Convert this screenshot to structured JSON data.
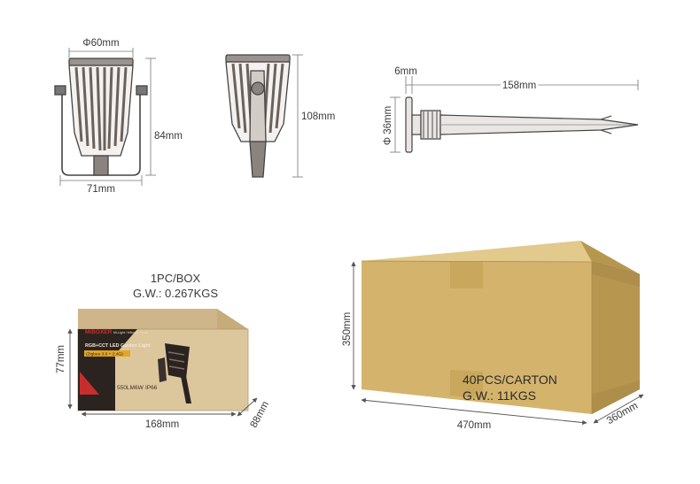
{
  "dimensions": {
    "top_diameter": "Φ60mm",
    "front_width": "71mm",
    "front_height": "84mm",
    "side_height": "108mm",
    "spike_flange": "6mm",
    "spike_length": "158mm",
    "spike_diameter": "Φ 36mm"
  },
  "small_box": {
    "quantity": "1PC/BOX",
    "gross_weight": "G.W.: 0.267KGS",
    "height": "77mm",
    "length": "168mm",
    "depth": "88mm",
    "brand": "MiBOXER",
    "brand_tag": "Mi-Light / Miboxer Smart",
    "product_name": "RGB+CCT LED Garden Light",
    "protocol": "(Zigbee 3.0 + 2.4G)",
    "lumen": "550LM",
    "power": "6W",
    "ip_rating": "IP66"
  },
  "carton": {
    "quantity": "40PCS/CARTON",
    "gross_weight": "G.W.: 11KGS",
    "height": "350mm",
    "length": "470mm",
    "depth": "360mm"
  },
  "colors": {
    "line": "#555555",
    "carton_front": "#d4b46c",
    "carton_side": "#b7964f",
    "carton_top": "#e2c98c",
    "box_dark": "#2b2320",
    "box_kraft": "#dcc79c"
  }
}
